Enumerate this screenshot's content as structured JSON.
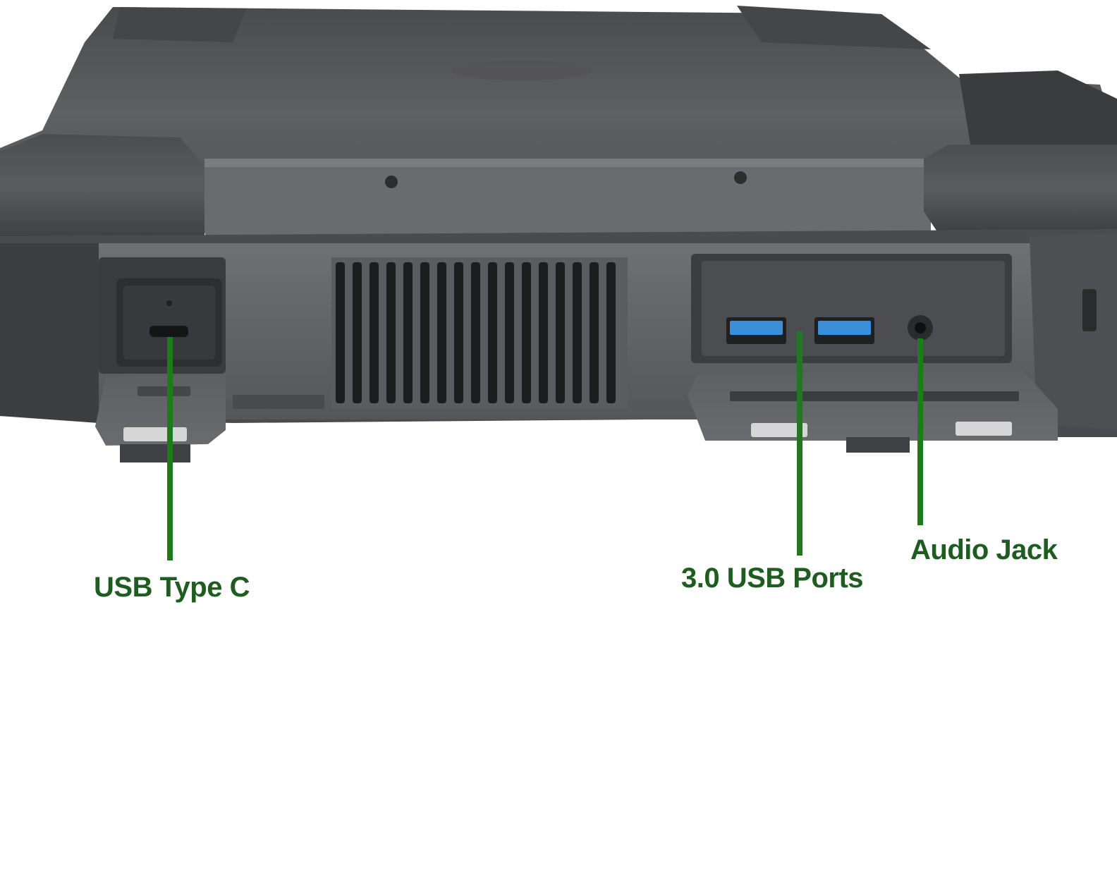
{
  "callouts": {
    "usb_type_c": "USB Type C",
    "usb_3_ports": "3.0 USB Ports",
    "audio_jack": "Audio Jack"
  },
  "colors": {
    "callout": "#1e7a1e",
    "label_text": "#1f5c1f",
    "chassis": "#6b6c6e",
    "chassis_dark": "#3a3b3d",
    "usb3_blue": "#3a8fd8",
    "background": "#ffffff"
  }
}
